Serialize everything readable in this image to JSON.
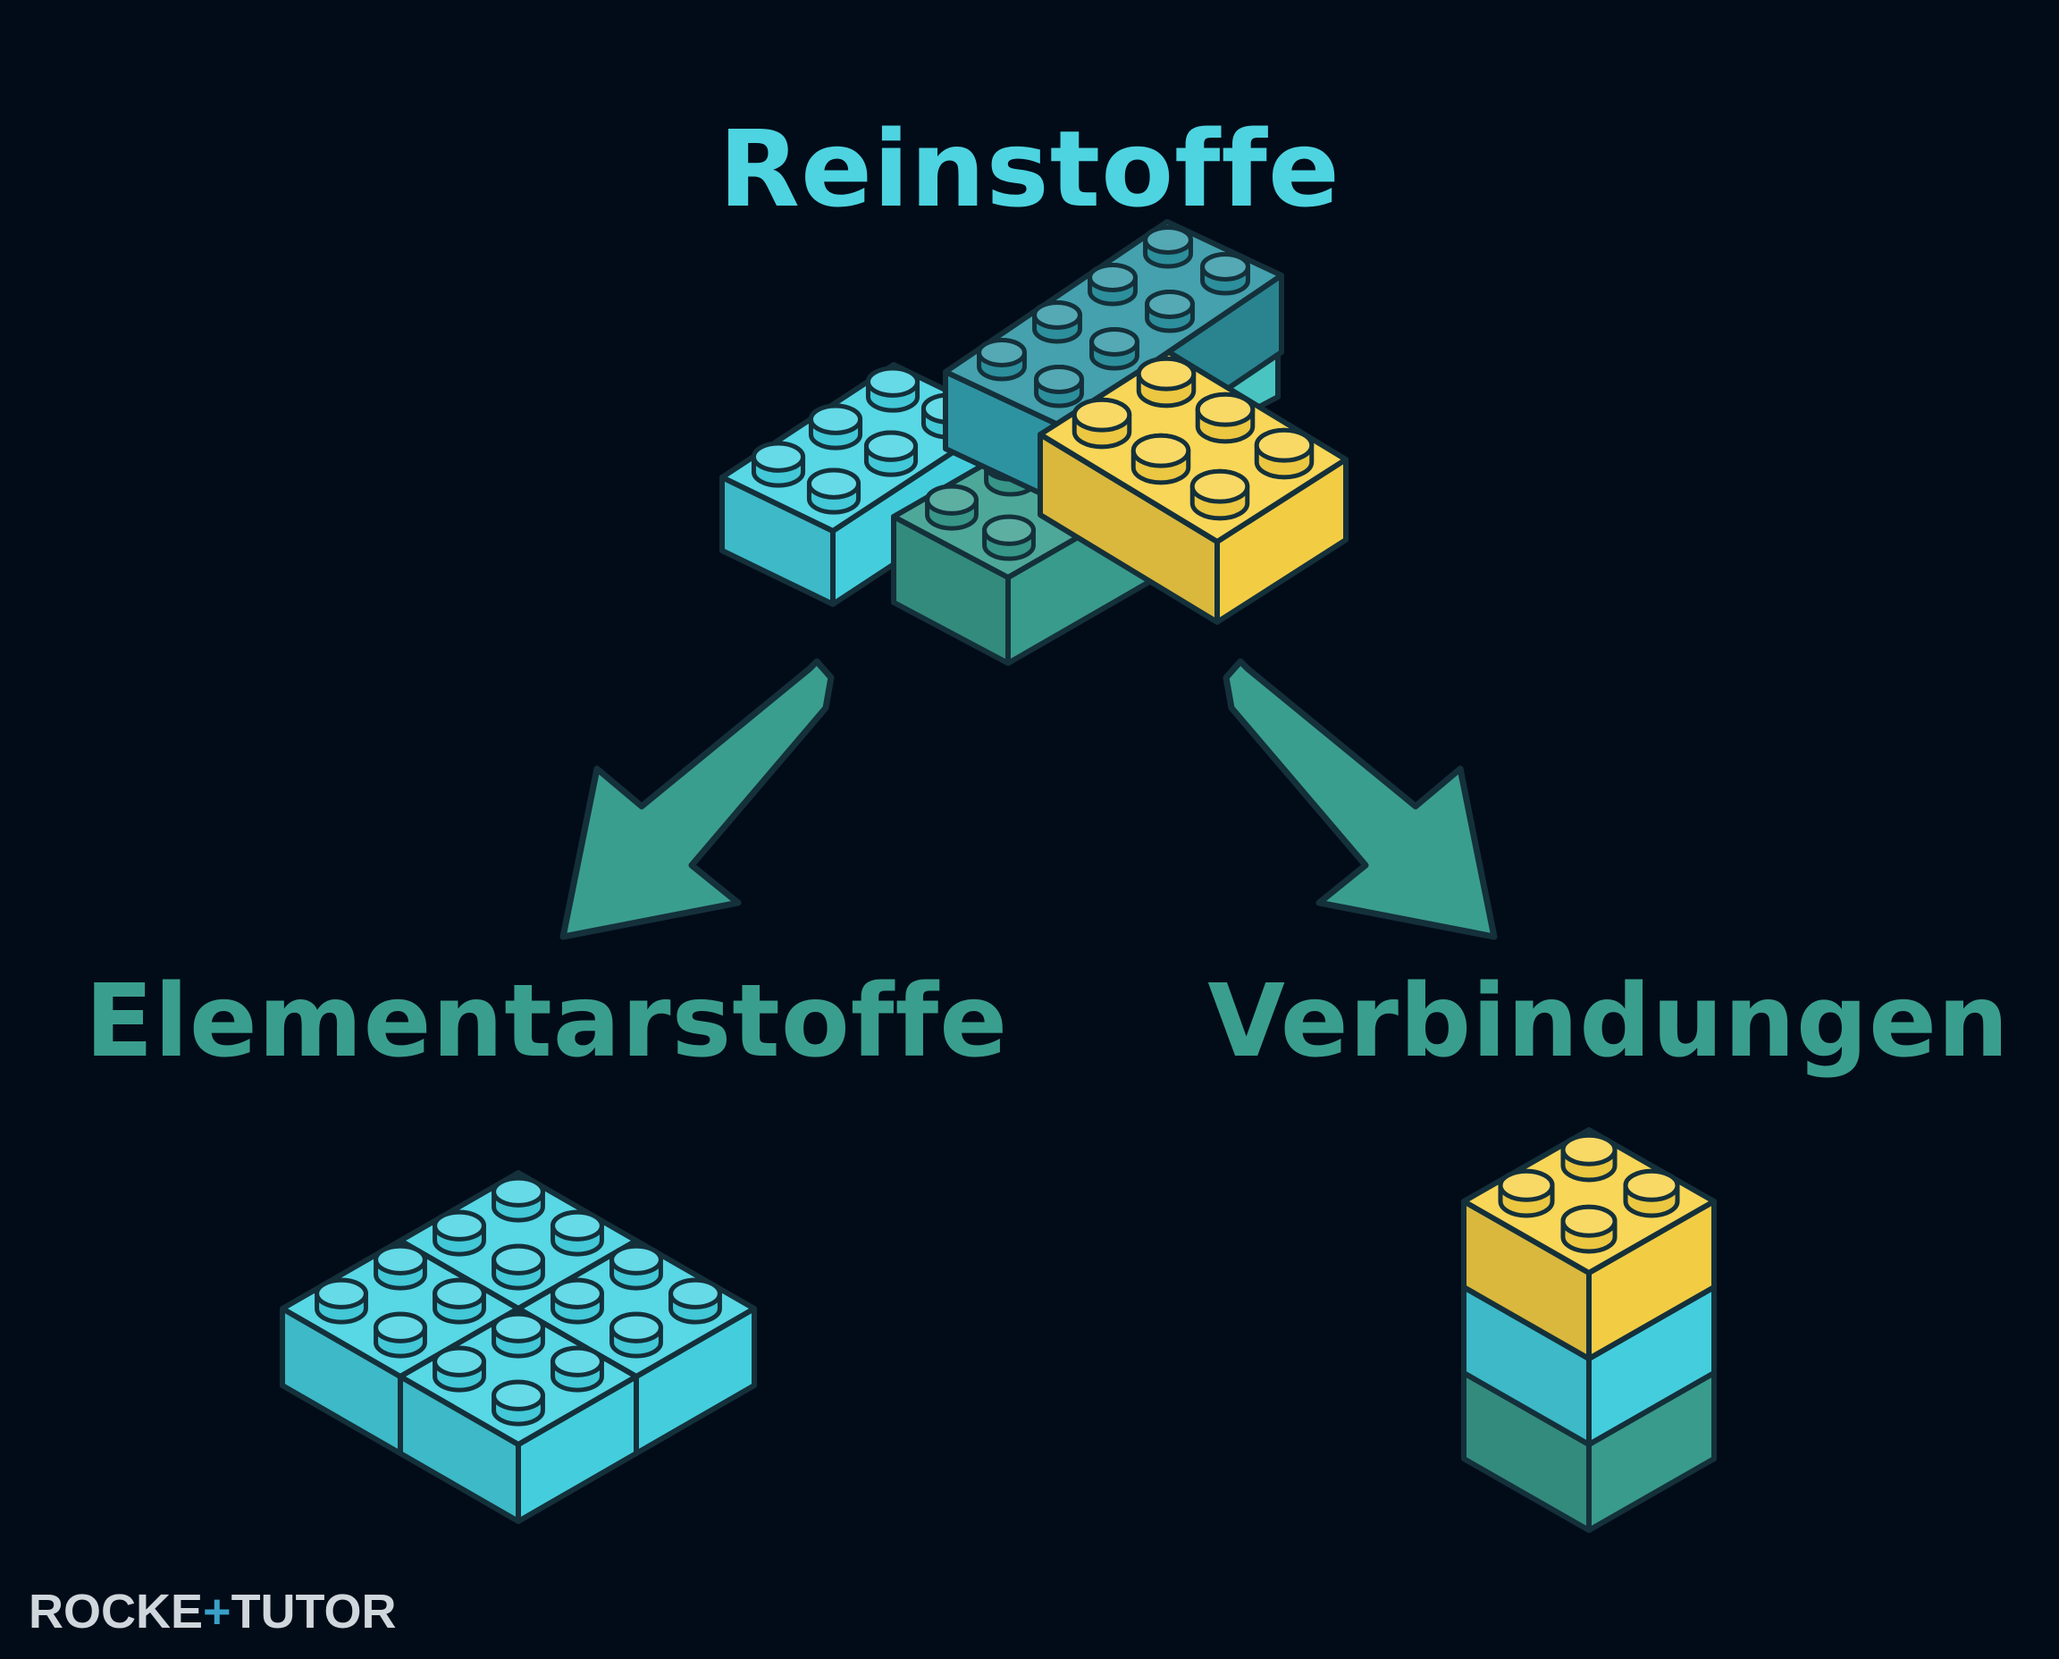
{
  "titles": {
    "top": "Reinstoffe",
    "left": "Elementarstoffe",
    "right": "Verbindungen"
  },
  "logo": {
    "part1": "ROCKE",
    "plus": "+",
    "part2": "TUTOR"
  },
  "colors": {
    "background": "#020c18",
    "title_top": "#4dd4e0",
    "title_sub": "#3a9e8e",
    "arrow": "#3a9e8e",
    "brick_cyan": "#45d2e2",
    "brick_teal": "#3a9e8e",
    "brick_yellow": "#f7d145",
    "brick_blue": "#2f96a4",
    "brick_mint": "#4cc8c4",
    "outline": "#14303a"
  },
  "icons": {
    "top": "mixed-bricks-icon",
    "left": "brick-plate-icon",
    "right": "brick-stack-icon",
    "arrow_left": "arrow-down-left-icon",
    "arrow_right": "arrow-down-right-icon"
  }
}
